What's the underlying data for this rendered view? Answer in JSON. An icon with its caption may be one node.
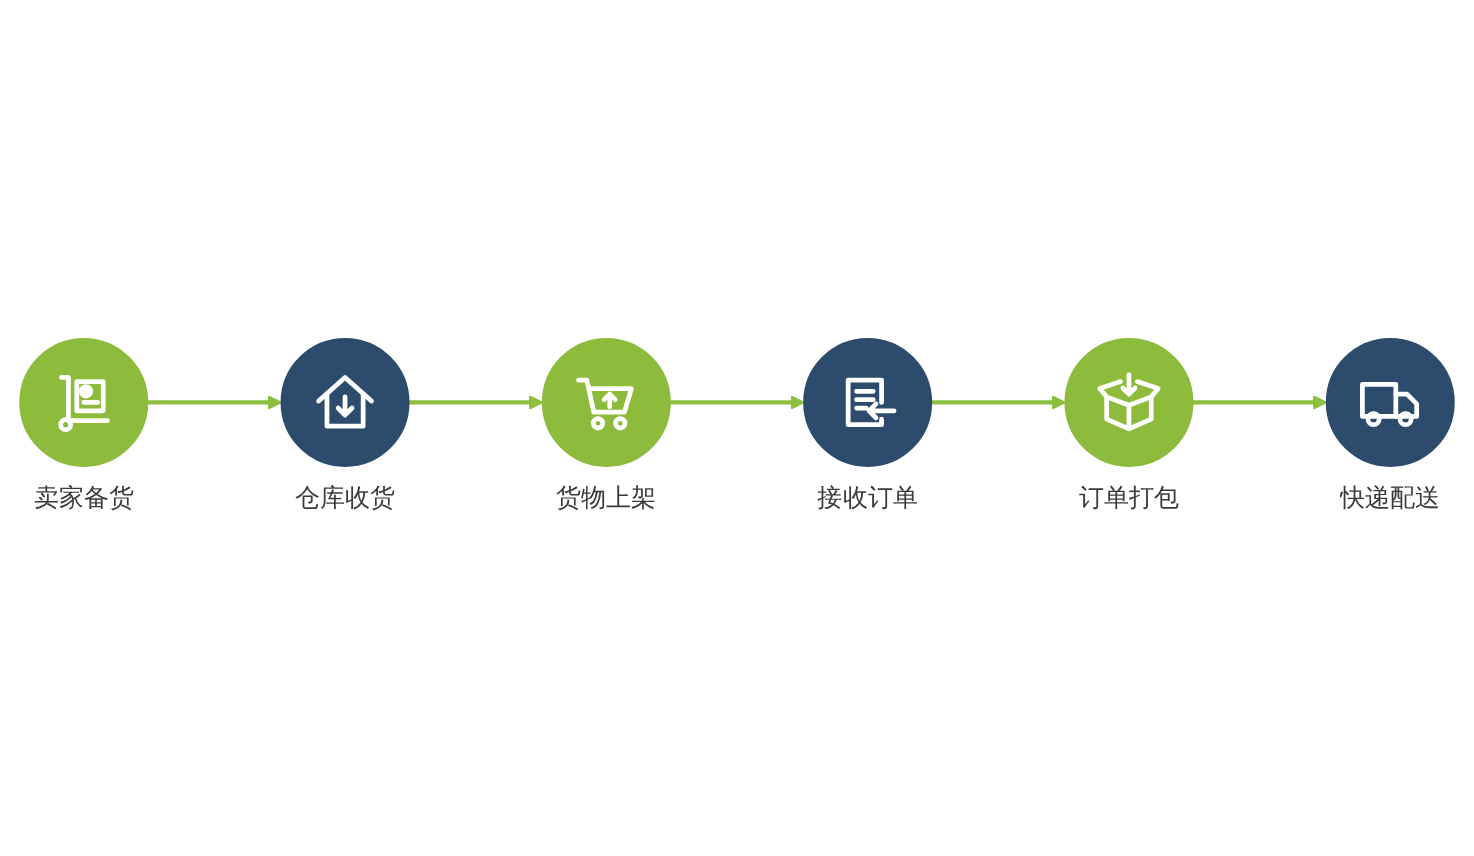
{
  "diagram": {
    "nodes": [
      {
        "text": [
          "卖家备货"
        ]
      },
      {
        "text": [
          "仓库收货"
        ]
      },
      {
        "text": [
          "货物上架"
        ]
      },
      {
        "text": [
          "接收订单"
        ]
      },
      {
        "text": [
          "订单打包"
        ]
      },
      {
        "text": [
          "快递配送"
        ]
      }
    ],
    "edges": [
      {
        "from": 0,
        "to": 1,
        "arrow": "to"
      },
      {
        "from": 1,
        "to": 2,
        "arrow": "to"
      },
      {
        "from": 2,
        "to": 3,
        "arrow": "to"
      },
      {
        "from": 3,
        "to": 4,
        "arrow": "to"
      },
      {
        "from": 4,
        "to": 5,
        "arrow": "to"
      }
    ]
  }
}
